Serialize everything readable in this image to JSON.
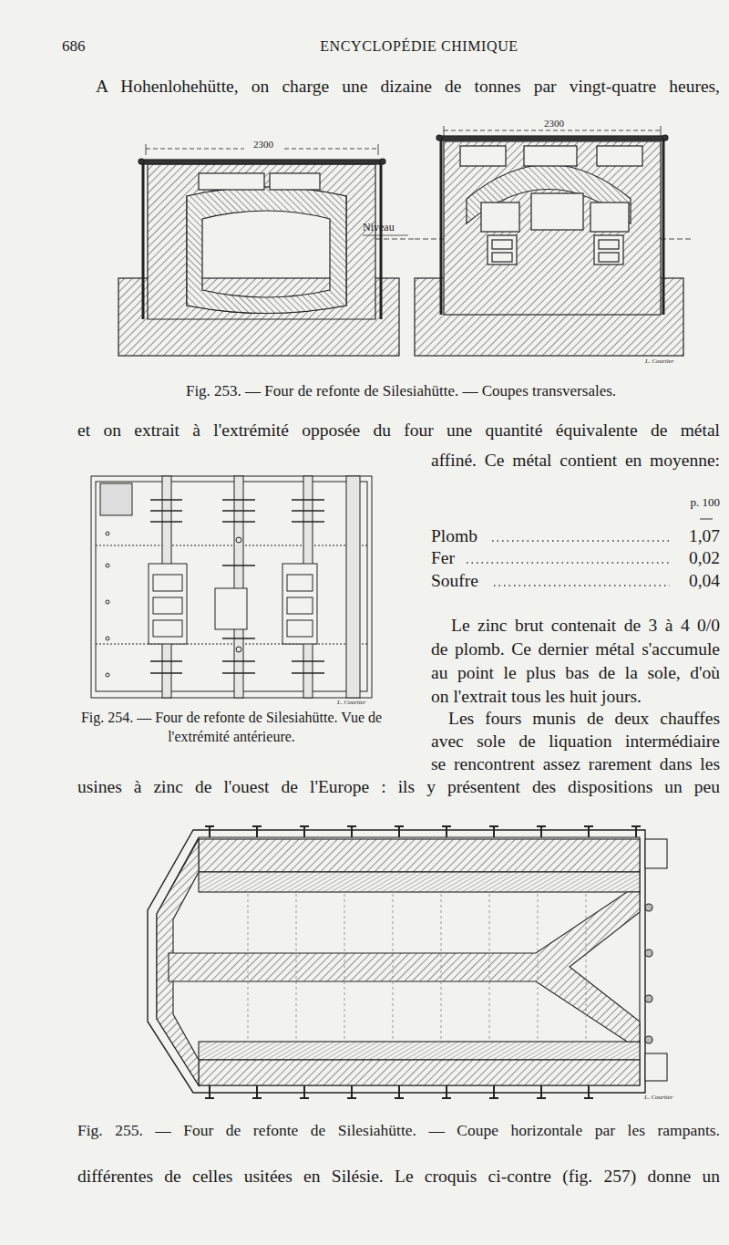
{
  "diagram": {
    "title": "ENCYCLOPÉDIE CHIMIQUE",
    "labels": [
      "686",
      "A Hohenlohehütte, on charge une dizaine de tonnes par vingt-quatre heures,",
      "2300",
      "2300",
      "Niveau",
      "L. Courtier",
      "Fig. 253. — Four de refonte de Silesiahütte. — Coupes transversales.",
      "et on extrait à l'extrémité opposée du four une quantité équivalente de métal",
      "affiné. Ce métal contient en moyenne:",
      "L. Courtier",
      "Fig. 254. — Four de refonte de Silesiahütte. Vue de l'extrémité antérieure.",
      "p. 100",
      "Plomb",
      "1,07",
      "Fer",
      "0,02",
      "Soufre",
      "0,04",
      "Le zinc brut contenait de 3 à 4 0/0",
      "de plomb. Ce dernier métal s'accumule",
      "au point le plus bas de la sole, d'où",
      "on l'extrait tous les huit jours.",
      "Les fours munis de deux chauffes",
      "avec sole de liquation intermédiaire",
      "se rencontrent assez rarement dans les",
      "usines à zinc de l'ouest de l'Europe : ils y présentent des dispositions un peu",
      "L. Courtier",
      "Fig. 255. — Four de refonte de Silesiahütte. — Coupe horizontale par les rampants.",
      "différentes de celles usitées en Silésie. Le croquis ci-contre (fig. 257) donne un"
    ]
  }
}
